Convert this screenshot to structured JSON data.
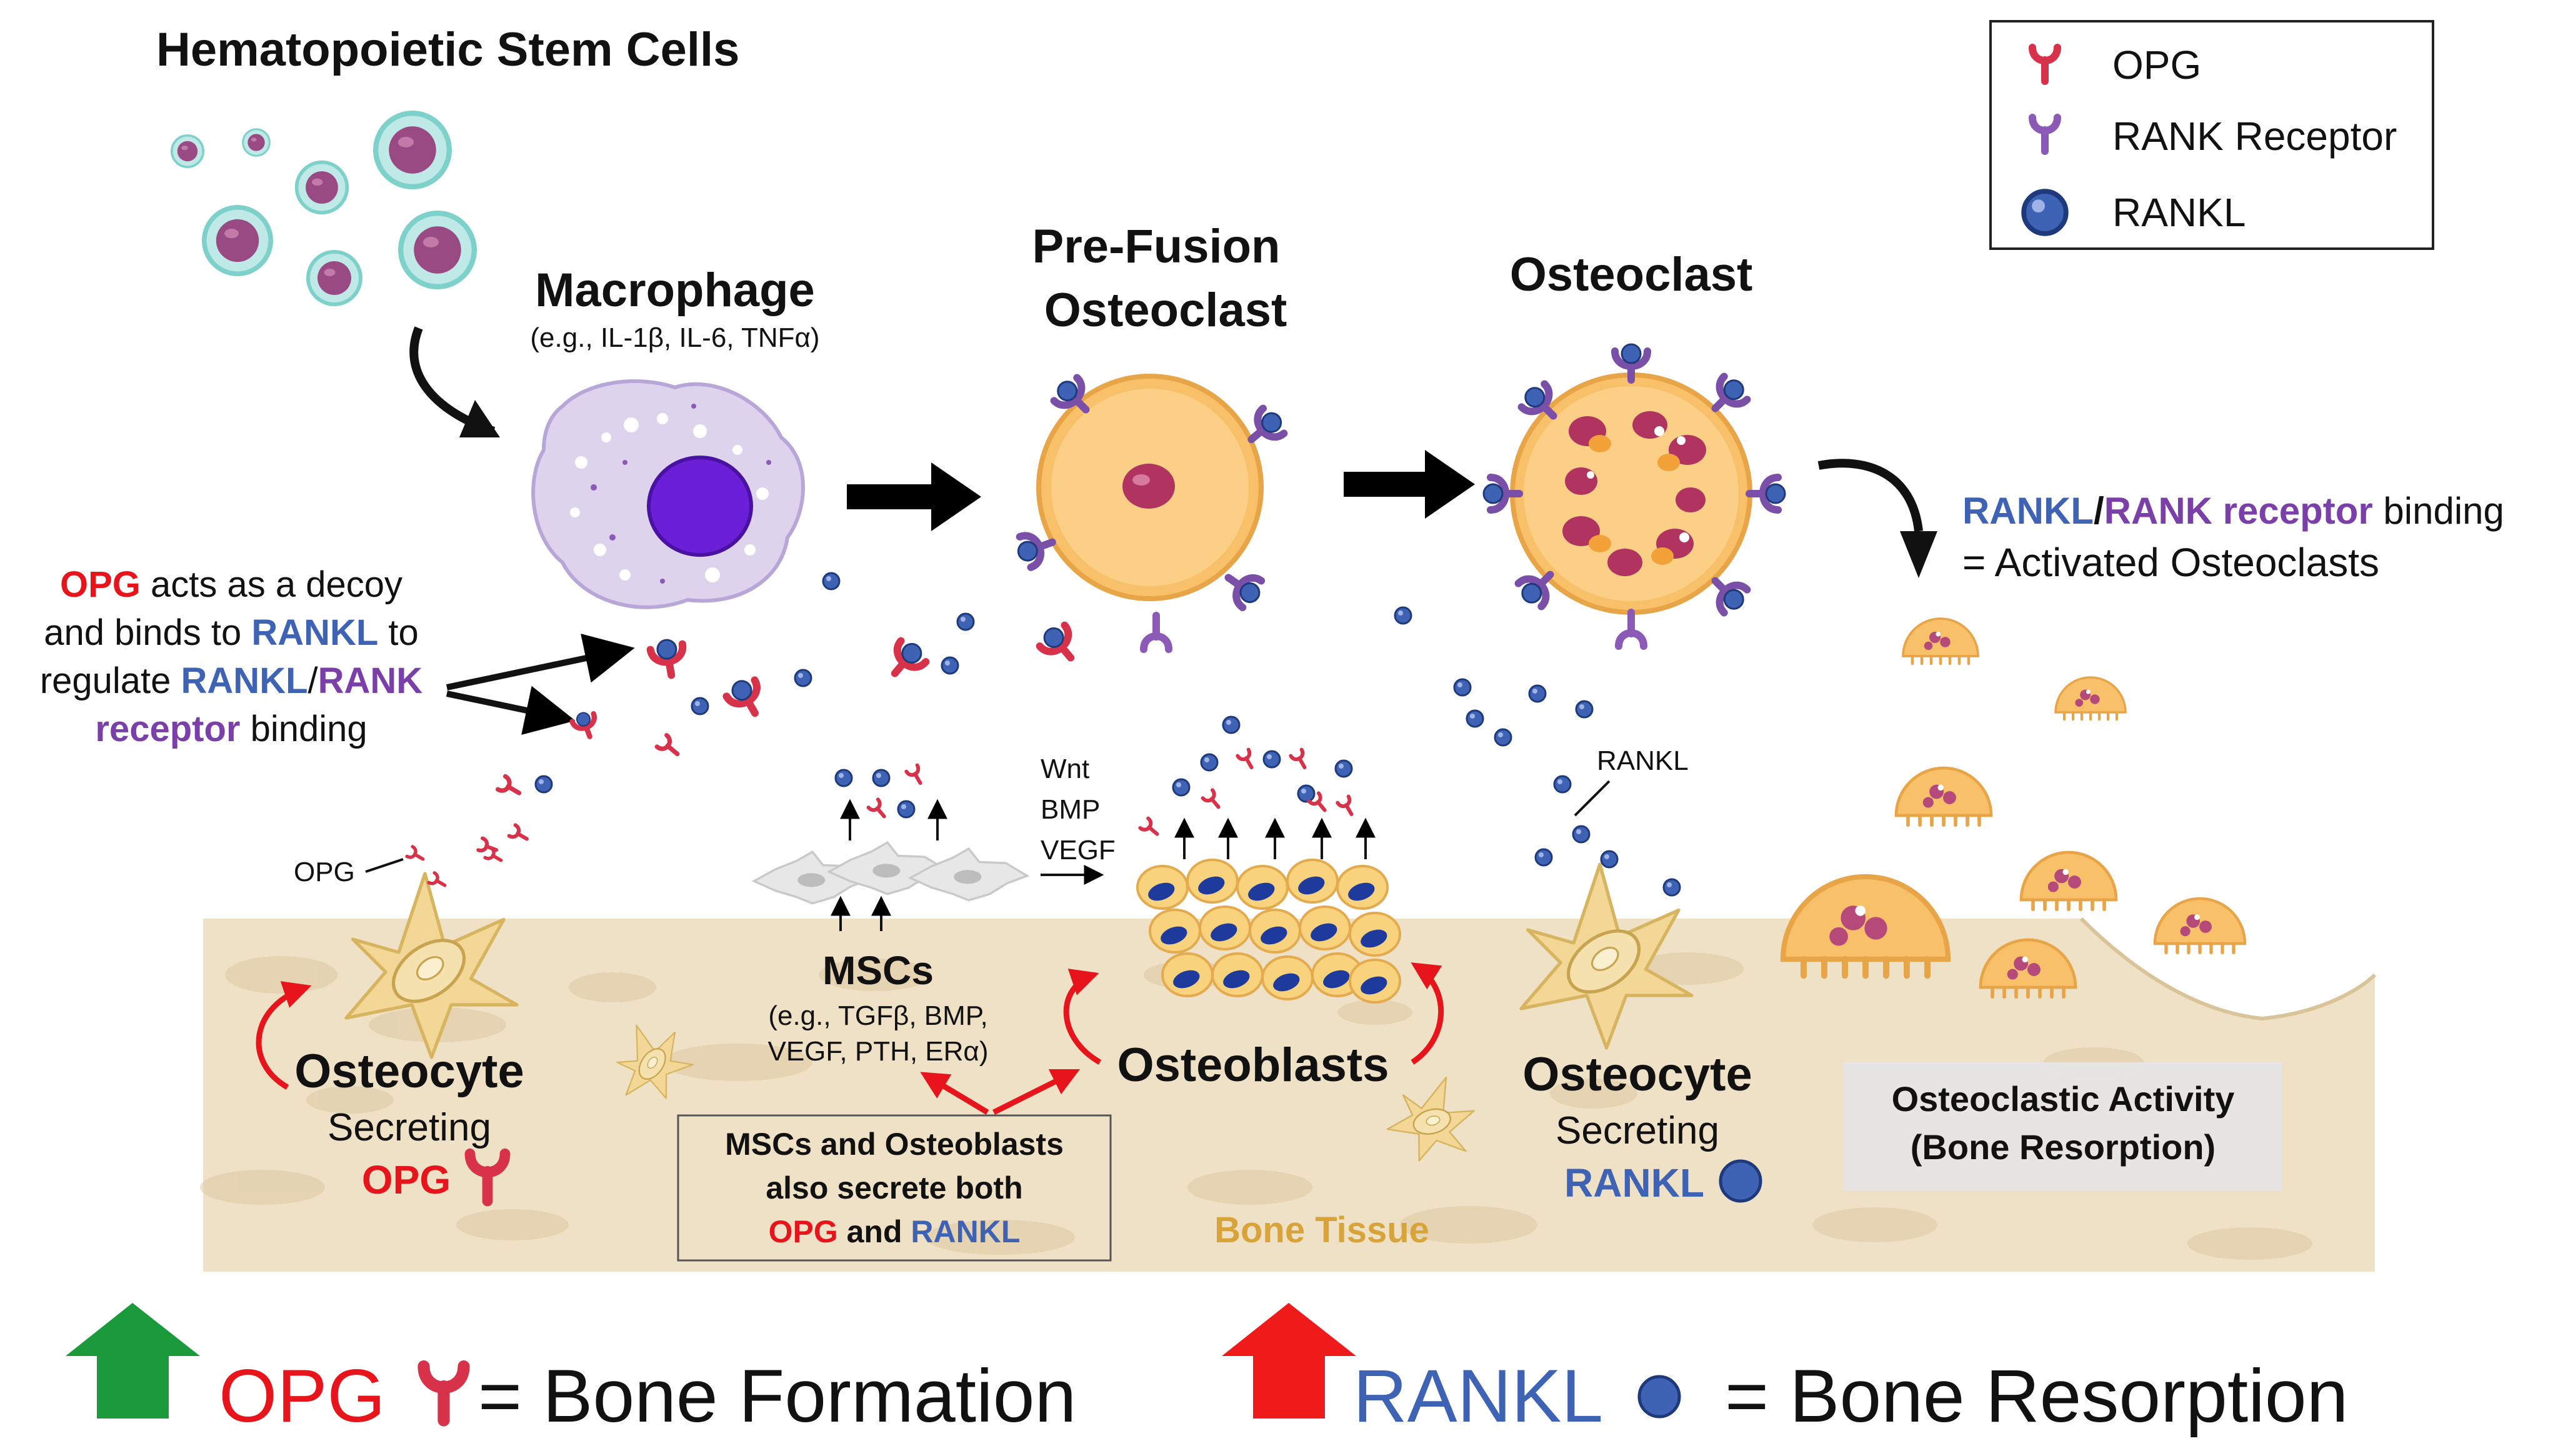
{
  "headings": {
    "hsc": "Hematopoietic Stem Cells",
    "macrophage": "Macrophage",
    "macrophage_eg": "(e.g., IL-1β, IL-6, TNFα)",
    "prefusion_1": "Pre-Fusion",
    "prefusion_2": "Osteoclast",
    "osteoclast": "Osteoclast"
  },
  "legend": {
    "opg": "OPG",
    "rank": "RANK Receptor",
    "rankl": "RANKL"
  },
  "activation": {
    "rankl": "RANKL",
    "slash": "/",
    "rank": "RANK receptor",
    "binding": " binding",
    "line2": "= Activated Osteoclasts"
  },
  "decoy": {
    "opg": "OPG",
    "l1_rest": " acts as a decoy",
    "l2_a": "and binds to ",
    "rankl": "RANKL",
    "l2_b": " to",
    "l3_a": "regulate ",
    "rankl2": "RANKL",
    "slash": "/",
    "rank": "RANK",
    "receptor": "receptor",
    "binding": " binding"
  },
  "small_labels": {
    "opg": "OPG",
    "rankl": "RANKL",
    "wnt": "Wnt",
    "bmp": "BMP",
    "vegf": "VEGF"
  },
  "msc": {
    "title": "MSCs",
    "eg1": "(e.g., TGFβ, BMP,",
    "eg2": "VEGF, PTH, ERα)"
  },
  "osteoblasts": "Osteoblasts",
  "osteocyte_left": {
    "title": "Osteocyte",
    "secreting": "Secreting",
    "opg": "OPG"
  },
  "osteocyte_right": {
    "title": "Osteocyte",
    "secreting": "Secreting",
    "rankl": "RANKL"
  },
  "secrete_box": {
    "l1": "MSCs and Osteoblasts",
    "l2": "also secrete both",
    "opg": "OPG",
    "and": " and ",
    "rankl": "RANKL"
  },
  "bone_tissue": "Bone Tissue",
  "resorption_box": {
    "l1": "Osteoclastic Activity",
    "l2": "(Bone Resorption)"
  },
  "bottom": {
    "opg": "OPG",
    "formation": "= Bone Formation",
    "rankl": "RANKL",
    "resorption": "= Bone Resorption"
  },
  "colors": {
    "opg_red": "#e8141b",
    "rankl_blue": "#3e62b4",
    "rank_purple": "#7a3fa8",
    "receptor_red": "#d7324a",
    "up_green": "#1a9a3a",
    "up_red": "#ef1b1b",
    "bone_tan": "#efe1c6",
    "cell_orange": "#f9c06a",
    "gold_label": "#d8a43a"
  }
}
